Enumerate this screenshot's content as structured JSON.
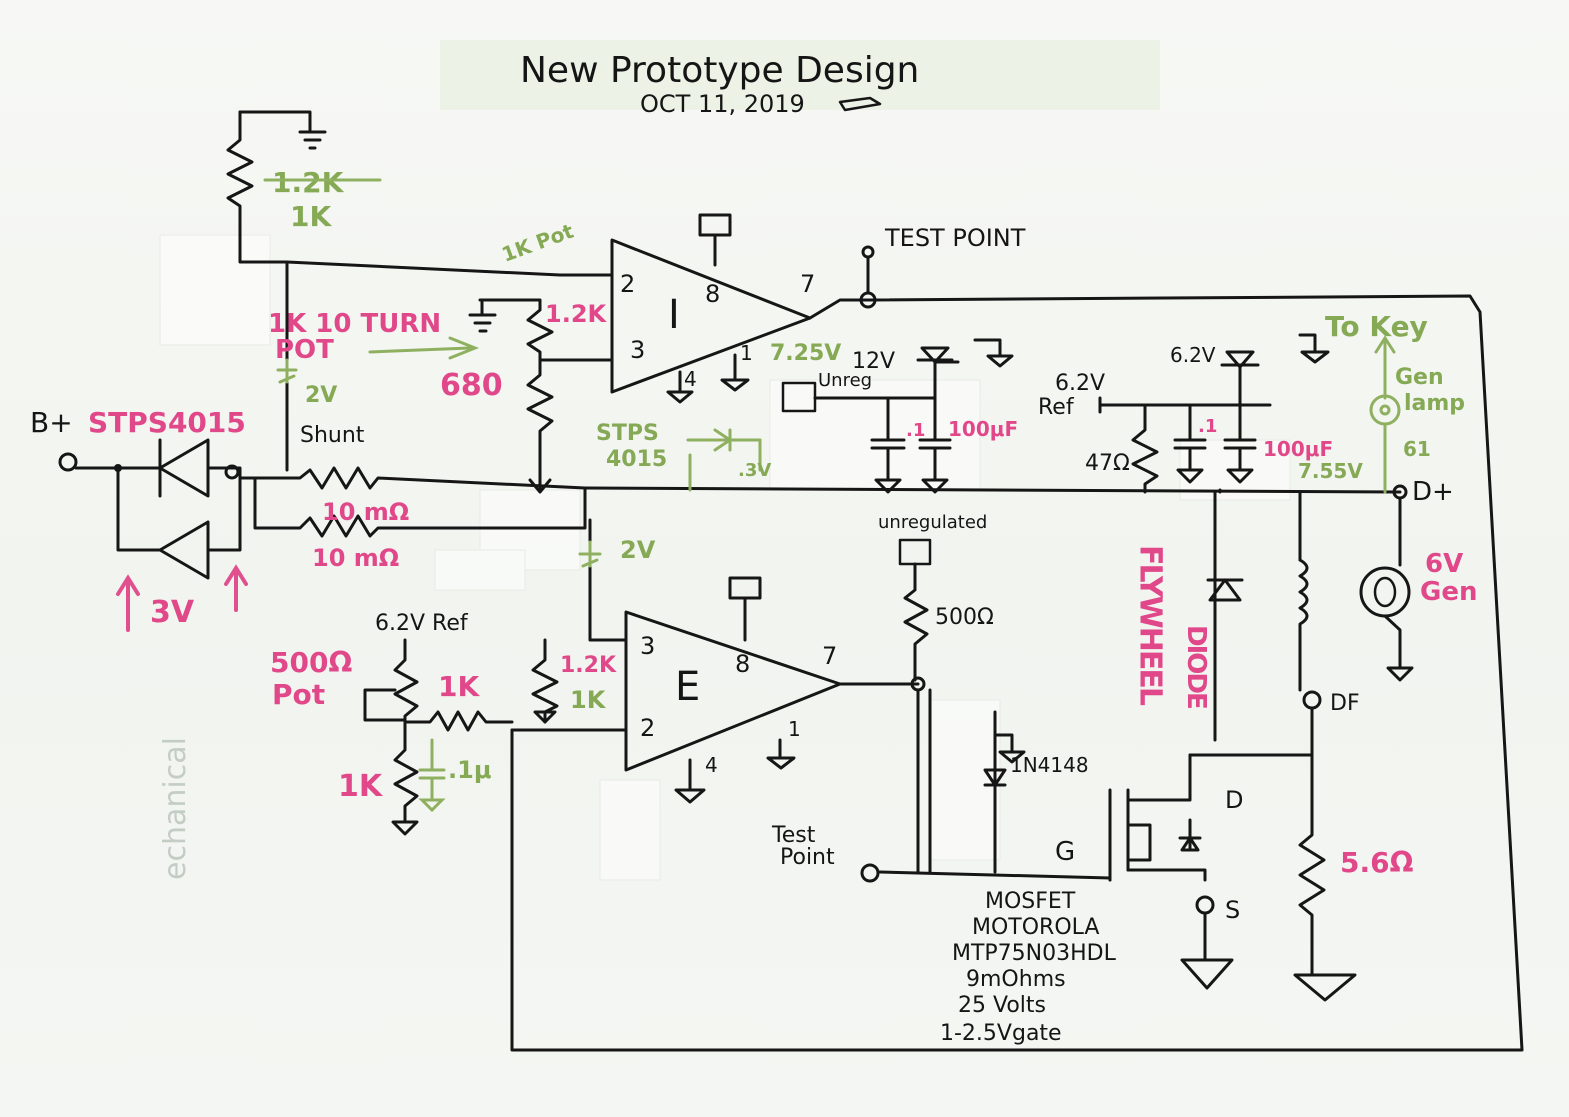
{
  "title": "New Prototype Design",
  "date": "OCT 11, 2019",
  "test_point_top": "TEST POINT",
  "test_point_bottom_1": "Test",
  "test_point_bottom_2": "Point",
  "bplus": "B+",
  "diode_part": "STPS4015",
  "arrow_label": "3V",
  "pot_1k_res_a": "1.2K",
  "pot_1k_res_b": "1K",
  "pot_1k10_line1": "1K 10 TURN",
  "pot_1k10_line2": "POT",
  "label_1kpot": "1K Pot",
  "v2_top": "2V",
  "shunt": "Shunt",
  "shunt_r1": "10 mΩ",
  "shunt_r2": "10 mΩ",
  "res_680": "680",
  "res_1_2k_top": "1.2K",
  "opamp_I": "I",
  "opamp_E": "E",
  "pin2": "2",
  "pin3": "3",
  "pin8": "8",
  "pin7": "7",
  "pin4": "4",
  "pin1": "1",
  "v725": "7.25V",
  "v12": "12V",
  "unreg": "Unreg",
  "cap_1": ".1",
  "cap_100uf": "100μF",
  "stps_label_1": "STPS",
  "stps_label_2": "4015",
  "v03": ".3V",
  "v62_ref": "6.2V",
  "ref": "Ref",
  "res_47": "47Ω",
  "cap_1b": ".1",
  "cap_100uf_b": "100μF",
  "v62_zener": "6.2V",
  "to_key": "To Key",
  "gen_lamp_1": "Gen",
  "gen_lamp_2": "lamp",
  "lamp_num": "61",
  "v755": "7.55V",
  "dplus": "D+",
  "gen_6v_1": "6V",
  "gen_6v_2": "Gen",
  "df": "DF",
  "res_5_6": "5.6Ω",
  "flywheel_1": "FLYWHEEL",
  "flywheel_2": "DIODE",
  "unregulated": "unregulated",
  "res_500": "500Ω",
  "v2_mid": "2V",
  "ref62": "6.2V Ref",
  "pot500_1": "500Ω",
  "pot500_2": "Pot",
  "res_1k_mid": "1K",
  "res_1k_left": "1K",
  "cap_01": ".1μ",
  "res_1_2k_e": "1.2K",
  "res_1k_e": "1K",
  "diode_1n4148": "1N4148",
  "gate_g": "G",
  "drain_d": "D",
  "source_s": "S",
  "mosfet_1": "MOSFET",
  "mosfet_2": "MOTOROLA",
  "mosfet_3": "MTP75N03HDL",
  "mosfet_4": "9mOhms",
  "mosfet_5": "25 Volts",
  "mosfet_6": "1-2.5Vgate",
  "colors": {
    "ink": "#161616",
    "pink": "#e0488a",
    "green": "#86a955"
  }
}
